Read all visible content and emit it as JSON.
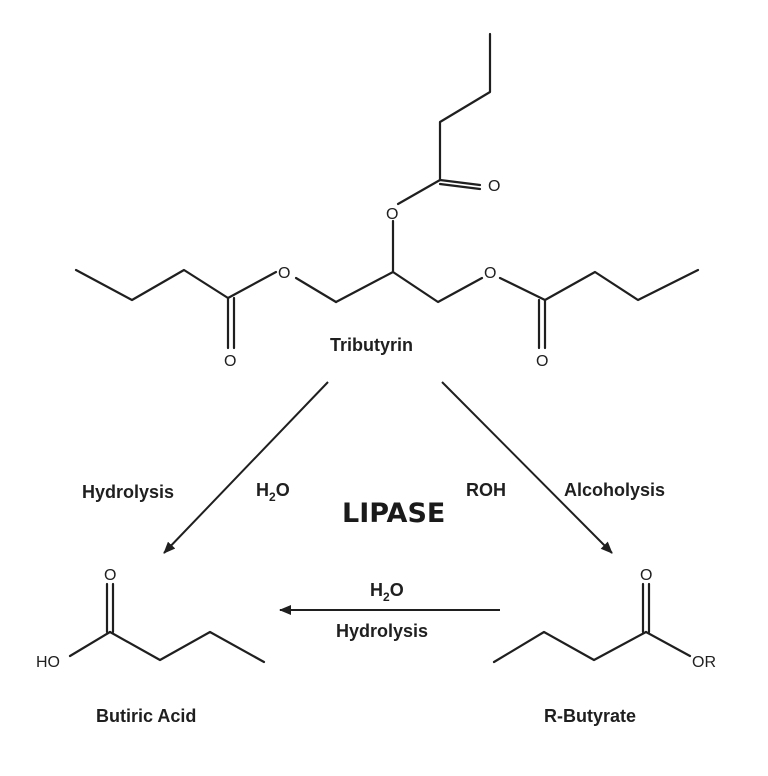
{
  "compounds": {
    "tributyrin": "Tributyrin",
    "butyric_acid": "Butiric Acid",
    "r_butyrate": "R-Butyrate"
  },
  "atoms": {
    "oxygen": "O",
    "hydroxyl": "HO",
    "alkoxy": "OR"
  },
  "reactions": {
    "left": {
      "name": "Hydrolysis",
      "reagent_main": "H",
      "reagent_sub": "2",
      "reagent_tail": "O"
    },
    "right": {
      "name": "Alcoholysis",
      "reagent": "ROH"
    },
    "bottom": {
      "name": "Hydrolysis",
      "reagent_main": "H",
      "reagent_sub": "2",
      "reagent_tail": "O"
    }
  },
  "enzyme": "LIPASE"
}
